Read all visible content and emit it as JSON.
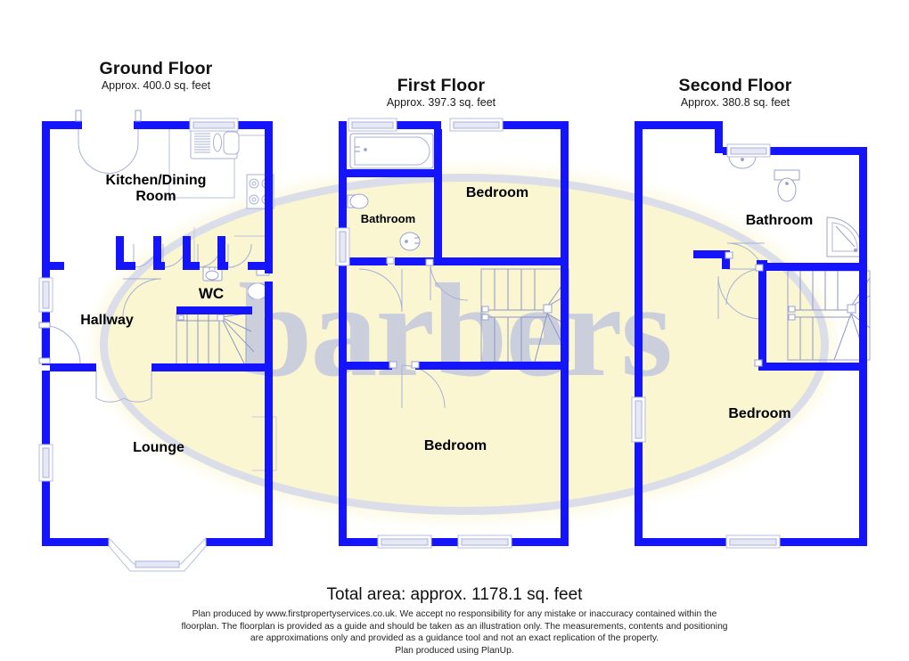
{
  "document": {
    "type": "floorplan",
    "total_area_text": "Total area: approx. 1178.1 sq. feet",
    "watermark_text": "barbers",
    "watermark_colors": {
      "ellipse_fill": "#faf6cf",
      "ellipse_ring": "#d9dce8",
      "text": "#c3c9dd"
    },
    "wall_color": "#1414ff",
    "fixture_line_color": "#8d96c8"
  },
  "disclaimer": {
    "line1": "Plan produced by www.firstpropertyservices.co.uk. We accept no responsibility for any mistake or inaccuracy contained within the",
    "line2": "floorplan. The floorplan is provided as a guide and should be taken as an illustration only. The measurements, contents and positioning",
    "line3": "are approximations only and provided as a guidance tool and not an exact replication of the property.",
    "line4": "Plan produced using PlanUp."
  },
  "floors": [
    {
      "id": "ground",
      "title": "Ground Floor",
      "area": "Approx. 400.0 sq. feet",
      "rooms": [
        {
          "name": "kitchen-dining-room",
          "label": "Kitchen/Dining\nRoom",
          "font_size": 16
        },
        {
          "name": "wc",
          "label": "WC",
          "font_size": 17
        },
        {
          "name": "hallway",
          "label": "Hallway",
          "font_size": 16
        },
        {
          "name": "lounge",
          "label": "Lounge",
          "font_size": 16
        }
      ],
      "fixtures": [
        "sink-icon",
        "hob-icon",
        "wc-basin-icon",
        "toilet-icon",
        "staircase-icon",
        "bay-window-icon"
      ]
    },
    {
      "id": "first",
      "title": "First Floor",
      "area": "Approx. 397.3 sq. feet",
      "rooms": [
        {
          "name": "bedroom-front",
          "label": "Bedroom",
          "font_size": 16
        },
        {
          "name": "bathroom",
          "label": "Bathroom",
          "font_size": 13
        },
        {
          "name": "bedroom-rear",
          "label": "Bedroom",
          "font_size": 16
        }
      ],
      "fixtures": [
        "bathtub-icon",
        "toilet-icon",
        "basin-icon",
        "staircase-icon"
      ]
    },
    {
      "id": "second",
      "title": "Second Floor",
      "area": "Approx. 380.8 sq. feet",
      "rooms": [
        {
          "name": "bathroom",
          "label": "Bathroom",
          "font_size": 16
        },
        {
          "name": "bedroom",
          "label": "Bedroom",
          "font_size": 16
        }
      ],
      "fixtures": [
        "basin-icon",
        "toilet-icon",
        "corner-shower-icon",
        "staircase-icon"
      ]
    }
  ]
}
